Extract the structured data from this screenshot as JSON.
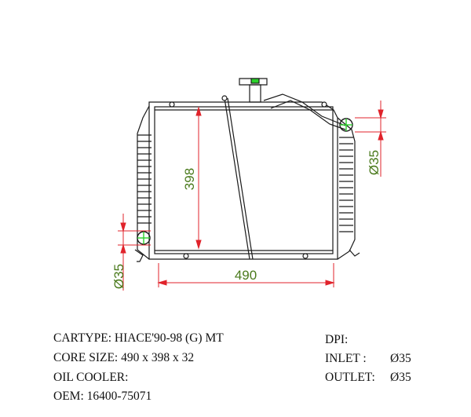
{
  "dimensions": {
    "width": "490",
    "height": "398",
    "inlet_dia": "Ø35",
    "outlet_dia": "Ø35"
  },
  "specs": {
    "cartype": "CARTYPE: HIACE'90-98 (G) MT",
    "core_size": "CORE SIZE: 490 x 398 x 32",
    "oil_cooler": "OIL COOLER:",
    "oem": "OEM: 16400-75071",
    "dpi": "DPI:",
    "inlet_label": "INLET :",
    "inlet_value": "Ø35",
    "outlet_label": "OUTLET:",
    "outlet_value": "Ø35"
  },
  "colors": {
    "outline": "#1a1a1a",
    "dimension": "#e0232b",
    "dimension_text": "#4a7a1c",
    "port_marker": "#2bd12b"
  }
}
